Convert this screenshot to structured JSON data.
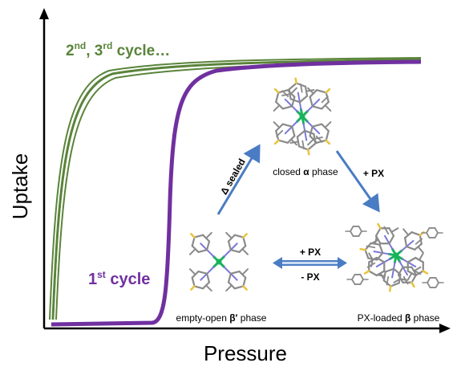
{
  "axes": {
    "x_label": "Pressure",
    "y_label": "Uptake"
  },
  "curves": [
    {
      "label": {
        "main": "2",
        "sup1": "nd",
        "mid": ", 3",
        "sup2": "rd",
        "tail": " cycle…"
      },
      "color": "#5a843a"
    },
    {
      "label": {
        "main": "1",
        "sup": "st",
        "tail": " cycle"
      },
      "color": "#7030a0"
    }
  ],
  "phases": {
    "closed": {
      "prefix": "closed ",
      "symbol": "α",
      "suffix": " phase"
    },
    "empty_open": {
      "prefix": "empty-open ",
      "symbol": "β′",
      "suffix": " phase"
    },
    "loaded": {
      "prefix": "PX-loaded ",
      "symbol": "β",
      "suffix": " phase"
    }
  },
  "transitions": {
    "sealed": "Δ sealed",
    "to_loaded": "+ PX",
    "forward": "+ PX",
    "backward": "- PX"
  },
  "colors": {
    "arrow": "#4a7cc4",
    "atom_center": "#18b35a",
    "atom_n": "#7a78d8",
    "atom_f": "#e8c33c",
    "frame": "#8a8a8a"
  }
}
